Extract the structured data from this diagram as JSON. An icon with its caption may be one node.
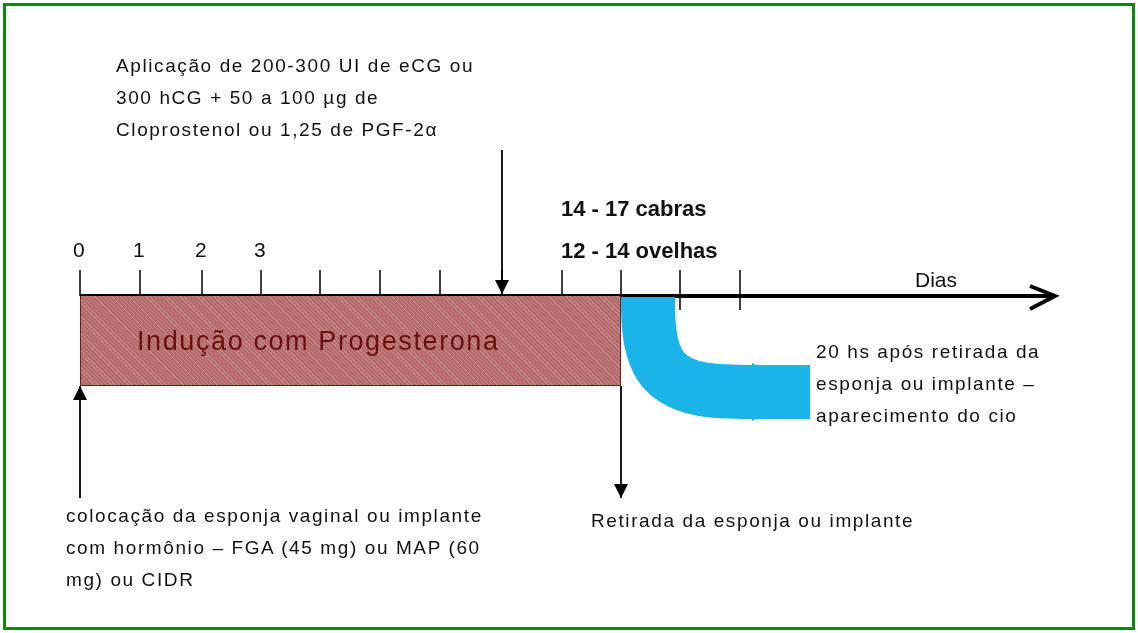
{
  "diagram": {
    "nodes": [
      {
        "text": [
          "Aplicação de 200-300 UI de eCG ou 300 hCG + 50 a 100 µg de Cloprostenol ou 1,25 de PGF-2α"
        ]
      },
      {
        "text": [
          "Indução com Progesterona"
        ]
      },
      {
        "text": [
          "colocação da esponja vaginal ou implante com hormônio – FGA (45 mg) ou MAP (60 mg) ou CIDR"
        ]
      },
      {
        "text": [
          "Retirada da esponja ou implante"
        ]
      },
      {
        "text": [
          "20 hs após retirada da esponja ou implante – aparecimento do cio"
        ]
      }
    ],
    "edges": [
      {
        "from": 0,
        "to": 1,
        "arrow": "to"
      },
      {
        "from": 2,
        "to": 1,
        "arrow": "to"
      },
      {
        "from": 1,
        "to": 3,
        "arrow": "to"
      },
      {
        "from": 1,
        "to": 4,
        "arrow": "to",
        "style": "thick",
        "color": "#1ab4e8"
      }
    ],
    "labels": [
      "14 - 17 cabras",
      "0",
      "1",
      "2",
      "3",
      "12 - 14 ovelhas",
      "Dias"
    ]
  }
}
